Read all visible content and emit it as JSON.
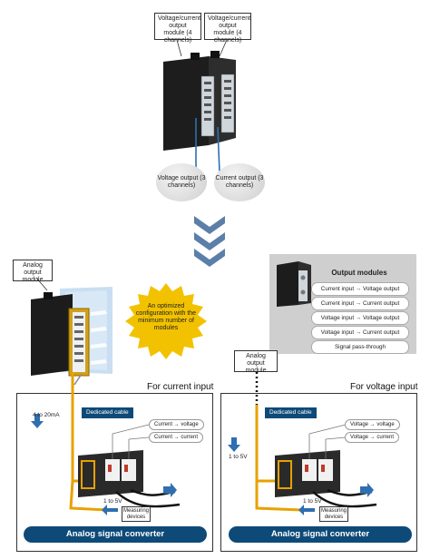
{
  "top_callouts": {
    "voltage_module": "Voltage/current output module (4 channels)",
    "current_module": "Voltage/current output module (4 channels)"
  },
  "bubbles": {
    "voltage_output": "Voltage output (3 channels)",
    "current_output": "Current output (3 channels)"
  },
  "analog_module_callout": "Analog output module",
  "starburst": "An optimized configuration with the minimum number of modules",
  "output_modules": {
    "title": "Output modules",
    "items": [
      "Current input → Voltage output",
      "Current input → Current output",
      "Voltage input → Voltage output",
      "Voltage input → Current output",
      "Signal pass-through"
    ]
  },
  "current_panel": {
    "title": "For current input",
    "input_label": "4 to 20mA",
    "cable_label": "Dedicated cable",
    "pill_1": "Current → voltage",
    "pill_2": "Current → current",
    "output_label": "1 to 5V",
    "devices_label": "Measuring devices",
    "banner": "Analog signal converter"
  },
  "voltage_panel": {
    "callout": "Analog output module",
    "title": "For voltage input",
    "input_label": "1 to 5V",
    "cable_label": "Dedicated cable",
    "pill_1": "Voltage → voltage",
    "pill_2": "Voltage → current",
    "output_label": "1 to 5V",
    "devices_label": "Measuring devices",
    "banner": "Analog signal converter"
  },
  "colors": {
    "brand_blue": "#0e4a78",
    "chevron_blue": "#5b7fa8",
    "cable_yellow": "#e8a200",
    "starburst_yellow": "#f2c200"
  }
}
